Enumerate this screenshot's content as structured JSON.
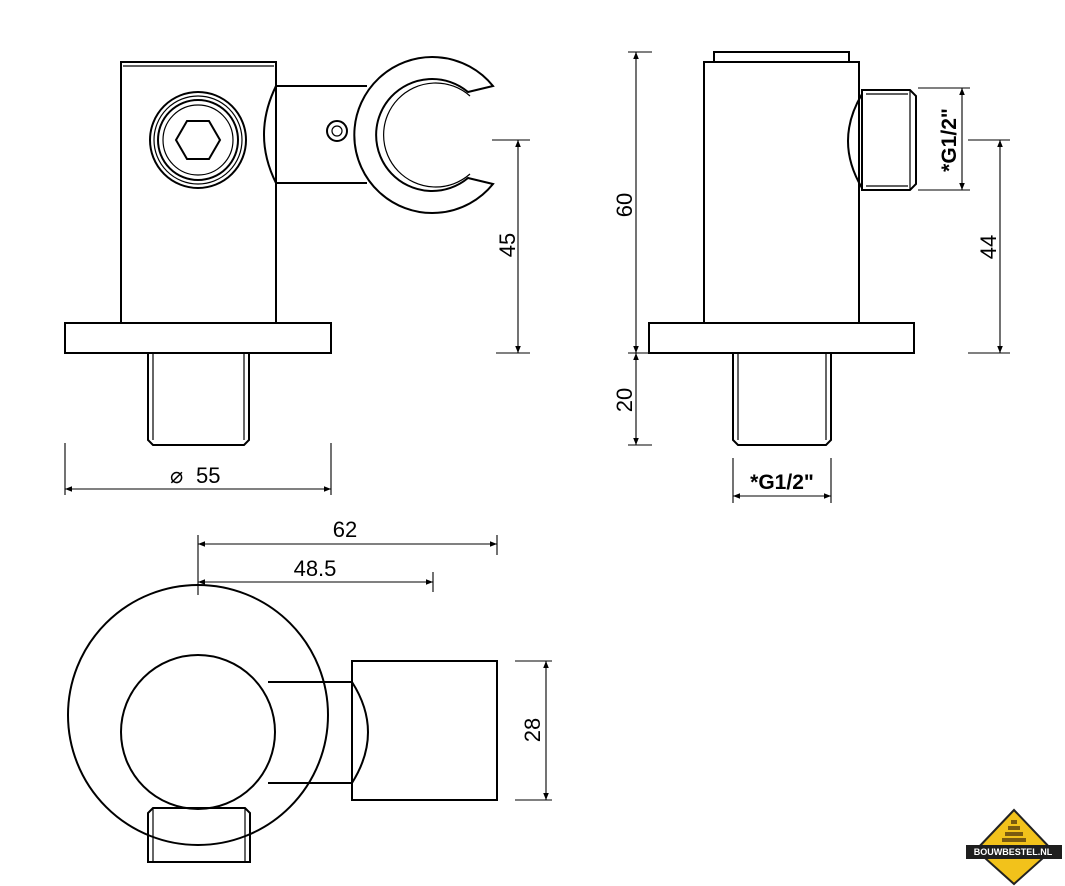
{
  "drawing": {
    "front_view": {
      "height_dim": "45",
      "diameter_symbol": "⌀",
      "diameter_dim": "55"
    },
    "side_view": {
      "total_height_dim": "60",
      "stem_height_dim": "20",
      "outlet_height_dim": "44",
      "outlet_thread": "*G1/2\"",
      "inlet_thread": "*G1/2\""
    },
    "top_view": {
      "overall_length_dim": "62",
      "center_length_dim": "48.5",
      "arm_width_dim": "28"
    }
  },
  "logo": {
    "text": "BOUWBESTEL.NL",
    "color": "#f2c21b"
  }
}
